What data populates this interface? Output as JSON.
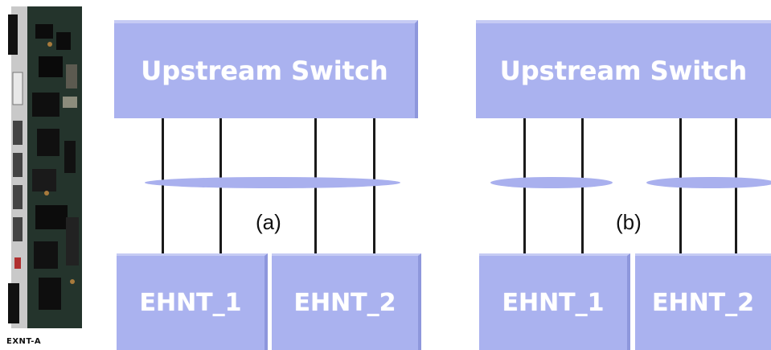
{
  "card": {
    "caption": "EXNT-A"
  },
  "diagram_a": {
    "switch_label": "Upstream Switch",
    "ehnt1_label": "EHNT_1",
    "ehnt2_label": "EHNT_2",
    "caption": "(a)"
  },
  "diagram_b": {
    "switch_label": "Upstream Switch",
    "ehnt1_label": "EHNT_1",
    "ehnt2_label": "EHNT_2",
    "caption": "(b)"
  },
  "colors": {
    "box_fill": "#aab2ef",
    "wire": "#1a1a1a",
    "lag_oval": "#a9b0ee"
  }
}
